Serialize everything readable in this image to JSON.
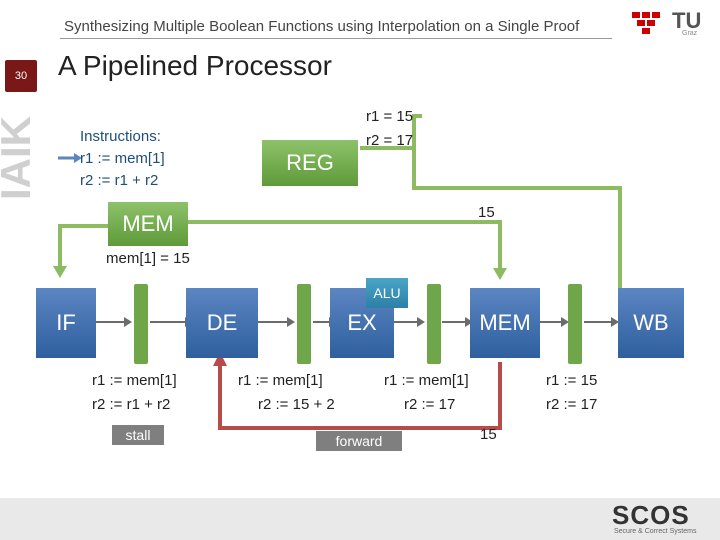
{
  "header": {
    "title": "Synthesizing Multiple Boolean Functions using Interpolation on a Single Proof",
    "logo_text": "TU",
    "logo_sub": "Graz"
  },
  "side": {
    "brand": "IAIK",
    "page_number": "30"
  },
  "slide": {
    "title": "A Pipelined Processor"
  },
  "instructions": {
    "heading": "Instructions:",
    "line1": "r1 := mem[1]",
    "line2": "r2 := r1 + r2"
  },
  "reg": {
    "label": "REG",
    "r1": "r1 = 15",
    "r2": "r2 = 17"
  },
  "mem_top": {
    "label": "MEM",
    "value": "15",
    "mem_note": "mem[1] = 15"
  },
  "alu": {
    "label": "ALU"
  },
  "stages": {
    "if": "IF",
    "de": "DE",
    "ex": "EX",
    "mem": "MEM",
    "wb": "WB"
  },
  "stage_text": {
    "de": {
      "l1": "r1 := mem[1]",
      "l2": "r2 := r1 + r2",
      "tag": "stall"
    },
    "ex": {
      "l1": "r1 := mem[1]",
      "l2": "r2 := 15 + 2"
    },
    "mem": {
      "l1": "r1 := mem[1]",
      "l2": "r2 := 17",
      "fwd_value": "15"
    },
    "wb": {
      "l1": "r1 := 15",
      "l2": "r2 := 17"
    },
    "forward_tag": "forward"
  },
  "footer": {
    "logo": "SCOS",
    "sub": "Secure & Correct Systems"
  },
  "colors": {
    "green": "#6fa64a",
    "blue": "#2f5f9e",
    "red": "#b84a4a",
    "latch": "#6fa64a"
  }
}
